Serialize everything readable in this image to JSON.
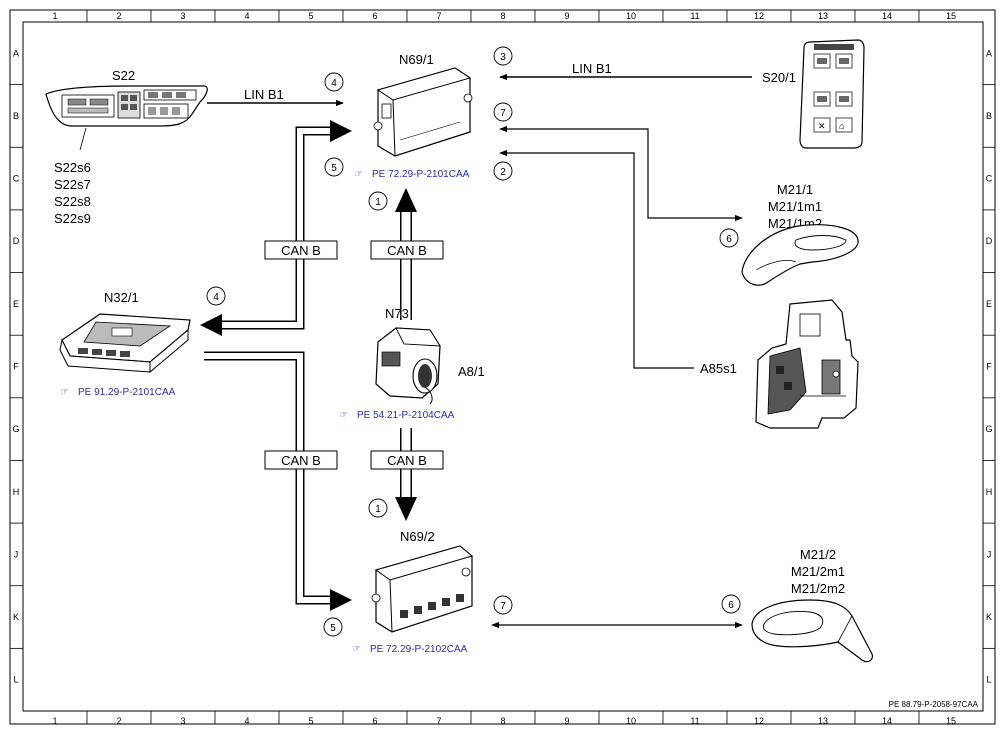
{
  "grid": {
    "columns": [
      "1",
      "2",
      "3",
      "4",
      "5",
      "6",
      "7",
      "8",
      "9",
      "10",
      "11",
      "12",
      "13",
      "14",
      "15"
    ],
    "rows": [
      "A",
      "B",
      "C",
      "D",
      "E",
      "F",
      "G",
      "H",
      "J",
      "K",
      "L"
    ]
  },
  "components": {
    "s22": "S22",
    "s22_switches": [
      "S22s6",
      "S22s7",
      "S22s8",
      "S22s9"
    ],
    "n69_1": "N69/1",
    "s20_1": "S20/1",
    "m21_1": [
      "M21/1",
      "M21/1m1",
      "M21/1m2"
    ],
    "n32_1": "N32/1",
    "n73": "N73",
    "a8_1": "A8/1",
    "a85s1": "A85s1",
    "n69_2": "N69/2",
    "m21_2": [
      "M21/2",
      "M21/2m1",
      "M21/2m2"
    ]
  },
  "bus_labels": {
    "lin_left": "LIN B1",
    "lin_right": "LIN B1",
    "can_left_upper": "CAN B",
    "can_center_upper": "CAN B",
    "can_left_lower": "CAN B",
    "can_center_lower": "CAN B"
  },
  "refs": {
    "n69_1": "PE 72.29-P-2101CAA",
    "n32_1": "PE 91.29-P-2101CAA",
    "n73": "PE 54.21-P-2104CAA",
    "n69_2": "PE 72.29-P-2102CAA",
    "footer": "PE 88.79-P-2058-97CAA"
  },
  "callouts": {
    "c4_top": "4",
    "c3": "3",
    "c7_top": "7",
    "c5_top": "5",
    "c2": "2",
    "c1_top": "1",
    "c6_top": "6",
    "c4_mid": "4",
    "c1_bottom": "1",
    "c5_bottom": "5",
    "c7_bottom": "7",
    "c6_bottom": "6"
  },
  "colors": {
    "line": "#000000",
    "reference_text": "#2a2aa8"
  }
}
